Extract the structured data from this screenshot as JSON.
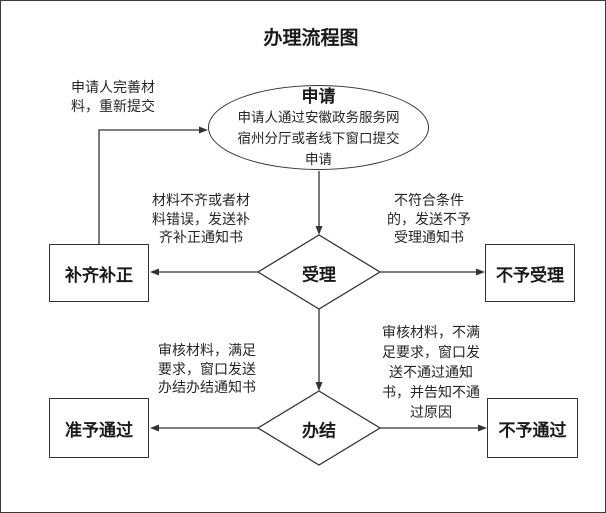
{
  "title": "办理流程图",
  "nodes": {
    "apply": {
      "title": "申请",
      "body": "申请人通过安徽政务服务网\n宿州分厅或者线下窗口提交\n申请"
    },
    "accept": {
      "label": "受理"
    },
    "supplement": {
      "label": "补齐补正"
    },
    "reject_accept": {
      "label": "不予受理"
    },
    "complete": {
      "label": "办结"
    },
    "approve": {
      "label": "准予通过"
    },
    "reject_pass": {
      "label": "不予通过"
    }
  },
  "edge_labels": {
    "resubmit": "申请人完善材\n料，重新提交",
    "supplement_notice": "材料不齐或者材\n料错误，发送补\n齐补正通知书",
    "reject_notice": "不符合条件\n的，发送不予\n受理通知书",
    "pass_notice": "审核材料，满足\n要求，窗口发送\n办结办结通知书",
    "fail_notice": "审核材料，不满\n足要求，窗口发\n送不通过通知\n书，并告知不通\n过原因"
  },
  "colors": {
    "stroke": "#333333",
    "text": "#262626",
    "background": "#ffffff"
  }
}
